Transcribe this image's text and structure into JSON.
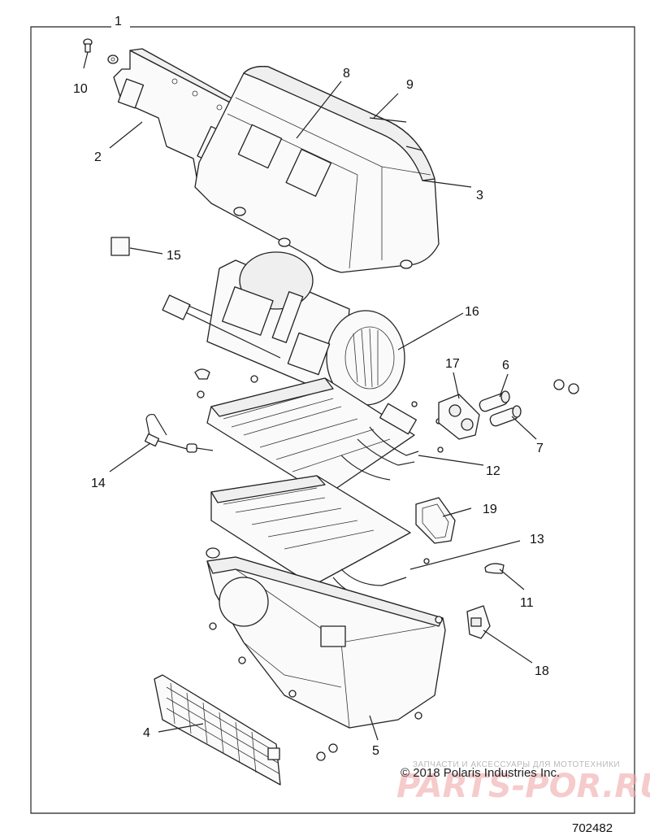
{
  "callouts": {
    "c1": "1",
    "c2": "2",
    "c3": "3",
    "c4": "4",
    "c5": "5",
    "c6": "6",
    "c7": "7",
    "c8": "8",
    "c9": "9",
    "c10": "10",
    "c11": "11",
    "c12": "12",
    "c13": "13",
    "c14": "14",
    "c15": "15",
    "c16": "16",
    "c17": "17",
    "c18": "18",
    "c19": "19"
  },
  "watermark": {
    "small": "ЗАПЧАСТИ И АКСЕССУАРЫ ДЛЯ МОТОТЕХНИКИ",
    "brand": "PARTS-POR.RU"
  },
  "copyright": "© 2018 Polaris Industries Inc.",
  "figure_number": "702482",
  "colors": {
    "line": "#222222",
    "watermark": "#f0a8a8"
  }
}
